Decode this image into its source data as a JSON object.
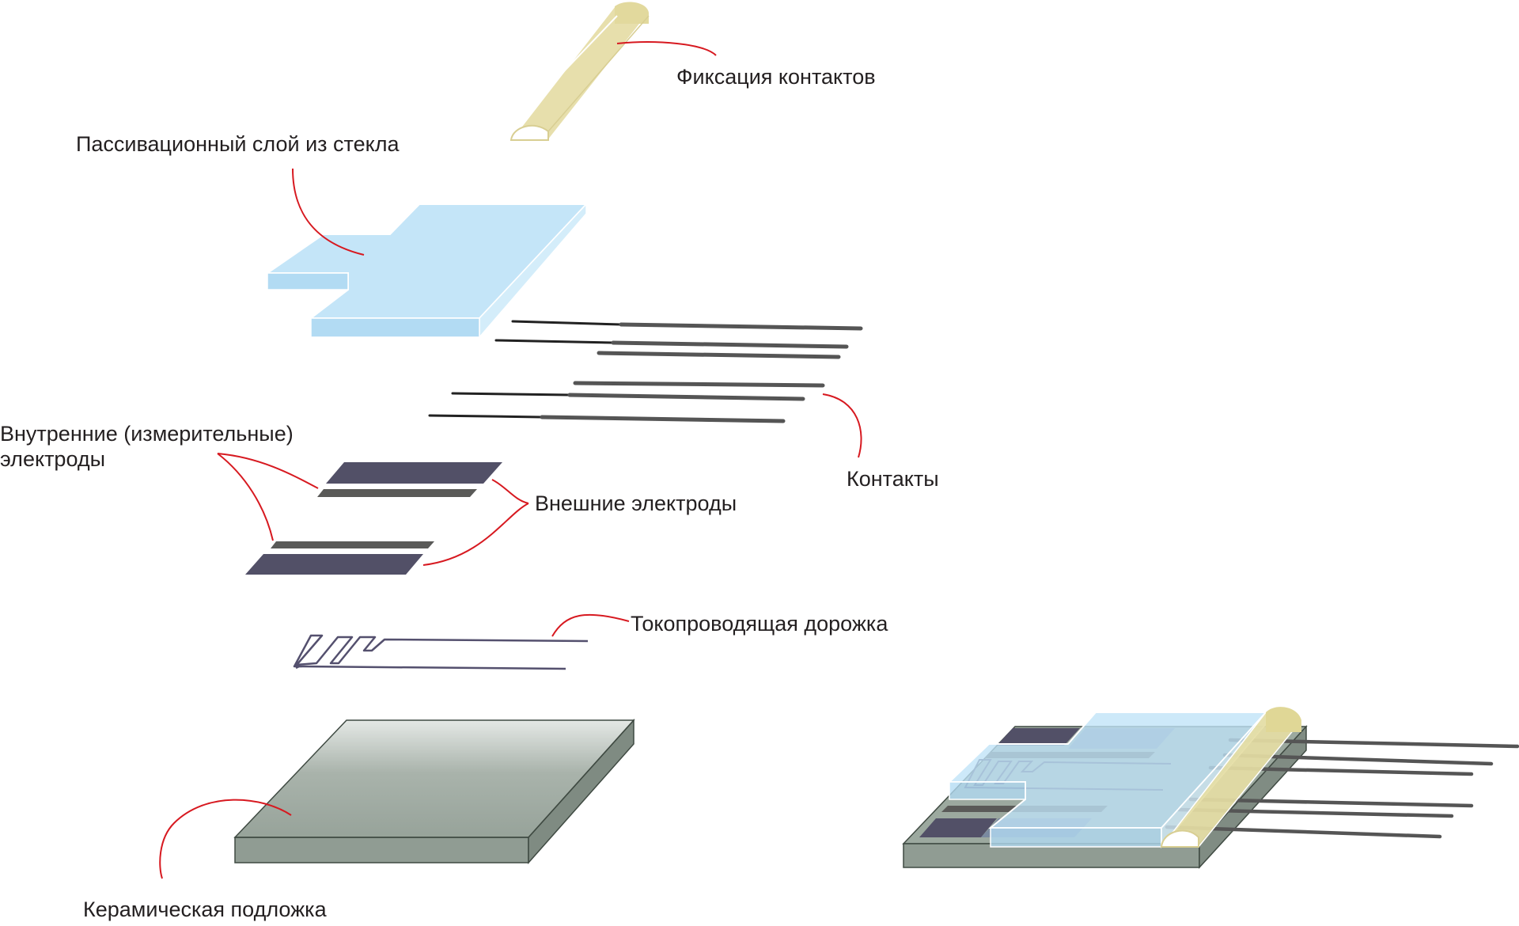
{
  "labels": {
    "contact_fixation": "Фиксация контактов",
    "glass_passivation": "Пассивационный слой из стекла",
    "inner_electrodes_line1": "Внутренние (измерительные)",
    "inner_electrodes_line2": "электроды",
    "outer_electrodes": "Внешние электроды",
    "contacts": "Контакты",
    "conductive_track": "Токопроводящая дорожка",
    "ceramic_substrate": "Керамическая подложка"
  },
  "colors": {
    "leader_line": "#d71920",
    "fixation_fill": "#e6dea8",
    "glass_fill": "#bfe3f7",
    "electrode_dark": "#525067",
    "electrode_inner": "#5a5a58",
    "wire": "#4a4a4a",
    "track": "#54506e",
    "substrate": "#9aa79d"
  }
}
